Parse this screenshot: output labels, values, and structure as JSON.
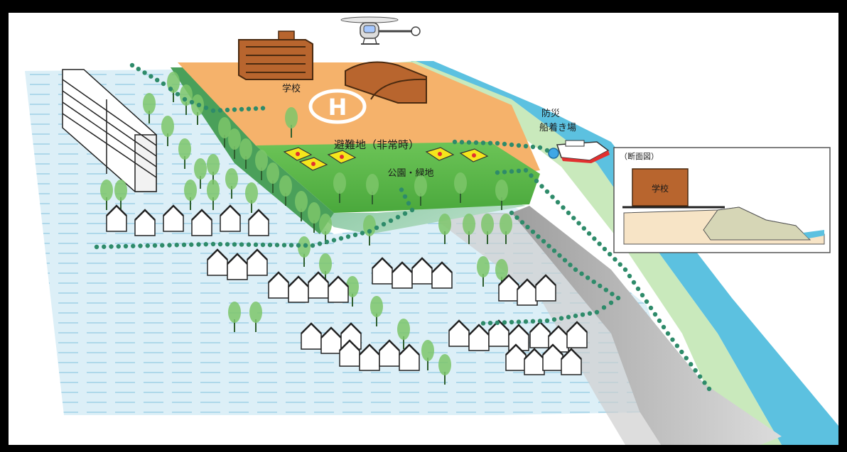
{
  "labels": {
    "school": "学校",
    "evacuation": "避難地（非常時）",
    "park": "公園・緑地",
    "boat_landing_line1": "防災",
    "boat_landing_line2": "船着き場"
  },
  "inset": {
    "title": "（断面図）",
    "school": "学校"
  },
  "icons": [
    "helicopter-icon",
    "helipad-icon",
    "boat-icon",
    "tent-icon",
    "tree-icon",
    "house-icon"
  ],
  "colors": {
    "frame": "#000000",
    "water_plain": "#dbeef7",
    "plaza": "#f5b26b",
    "park": "#5cb84a",
    "embankment_green": "#c7e8b8",
    "river": "#5cc1e0",
    "levee_wall": "#bdbdbd",
    "school_brown": "#b8652e",
    "route_dots": "#2e8b6a",
    "tent_yellow": "#f5e61c"
  }
}
